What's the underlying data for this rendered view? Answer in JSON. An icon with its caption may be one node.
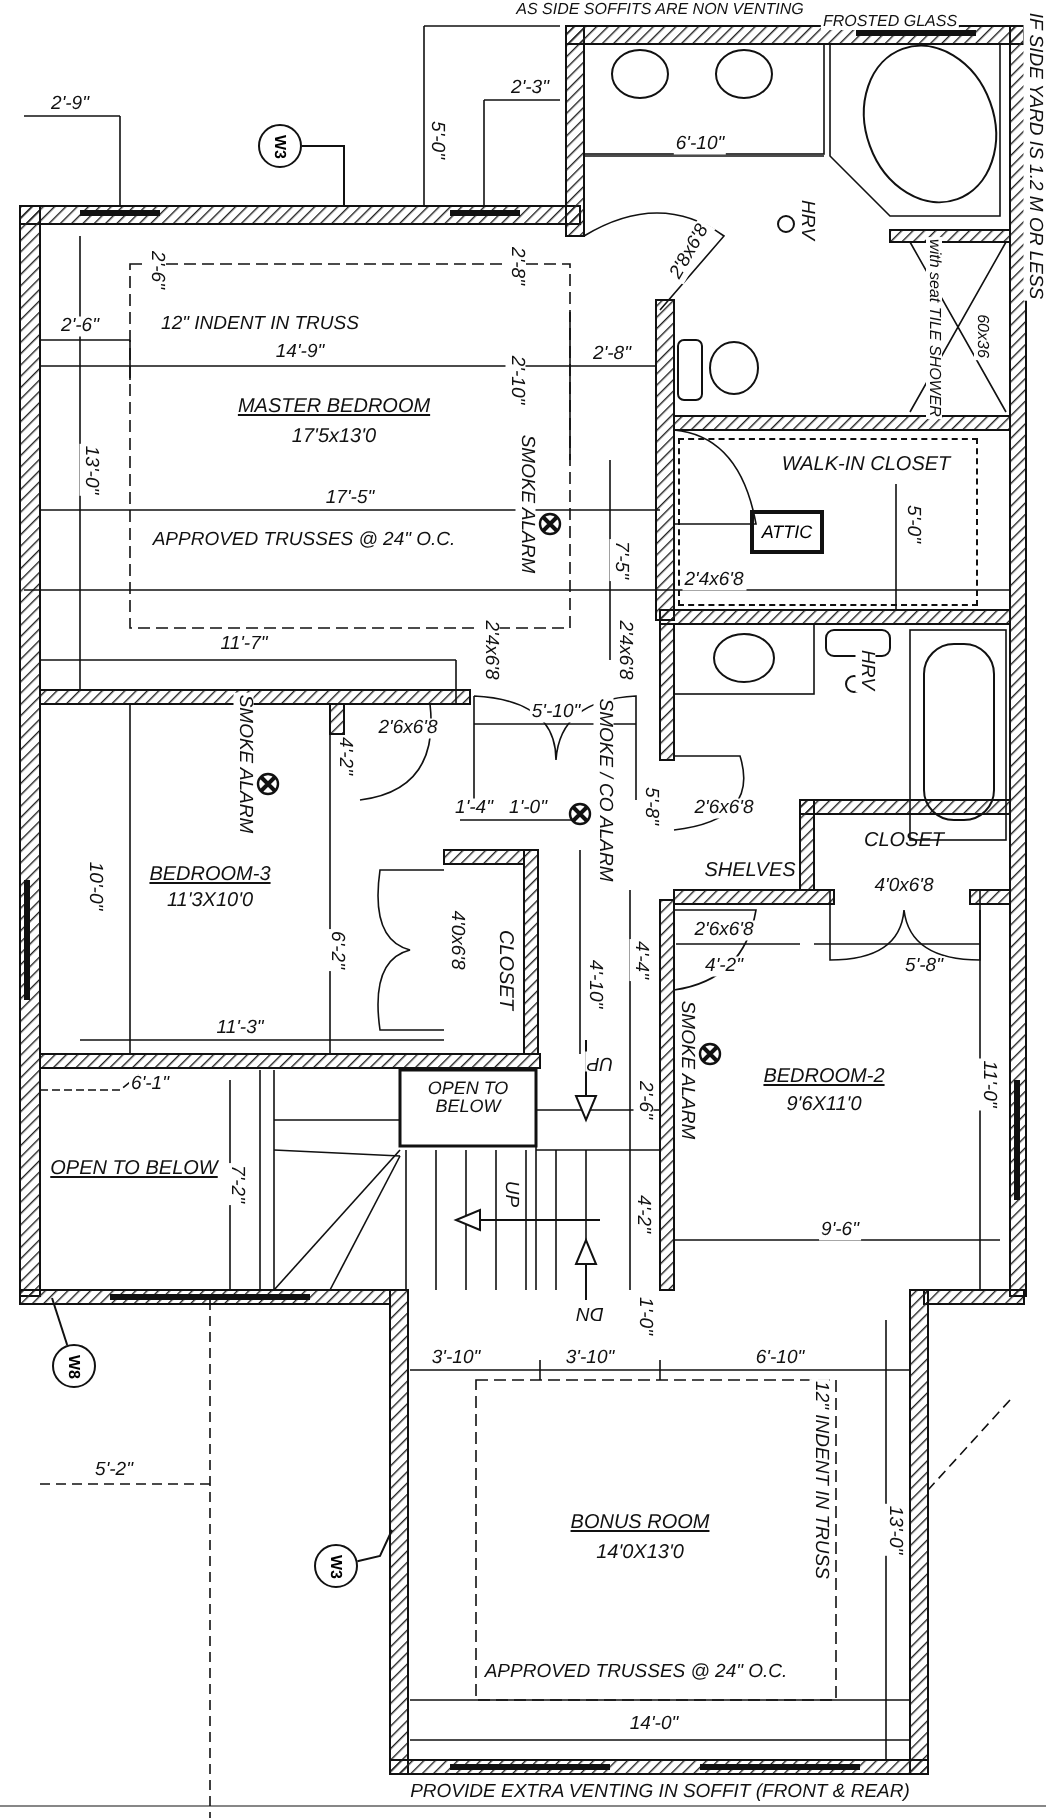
{
  "diagram": {
    "nodes": [
      {
        "text": [
          "W3"
        ]
      },
      {
        "text": [
          "MASTER BEDROOM",
          "17'5x13'0"
        ]
      },
      {
        "text": [
          "with seat TILE SHOWER",
          "60x36"
        ]
      },
      {
        "text": [
          "WALK-IN CLOSET"
        ]
      },
      {
        "text": [
          "ATTIC"
        ],
        "in": 3
      },
      {
        "text": [
          "CLOSET"
        ]
      },
      {
        "text": [
          "SHELVES"
        ]
      },
      {
        "text": [
          "BEDROOM-3",
          "11'3X10'0"
        ]
      },
      {
        "text": [
          "CLOSET"
        ]
      },
      {
        "text": [
          "BEDROOM-2",
          "9'6X11'0"
        ]
      },
      {
        "text": [
          "OPEN TO BELOW"
        ]
      },
      {
        "text": [
          "OPEN TO BELOW"
        ]
      },
      {
        "text": [
          "W8"
        ]
      },
      {
        "text": [
          "W3"
        ]
      },
      {
        "text": [
          "BONUS ROOM",
          "14'0X13'0"
        ]
      }
    ],
    "edges": [
      {
        "from": 0,
        "to": null,
        "arrow": "none"
      },
      {
        "from": 12,
        "to": null,
        "arrow": "none"
      },
      {
        "from": 13,
        "to": null,
        "arrow": "none"
      }
    ],
    "labels": [
      "AS SIDE SOFFITS ARE NON VENTING",
      "FROSTED GLASS",
      "IF SIDE YARD IS 1.2 M OR LESS",
      "2'-3\"",
      "2'-9\"",
      "5'-0\"",
      "6'-10\"",
      "HRV",
      "2'8x6'8",
      "2'-6\"",
      "2'-8\"",
      "12\" INDENT IN TRUSS",
      "2'-6\"",
      "2'-8\"",
      "14'-9\"",
      "2'-10\"",
      "13'-0\"",
      "17'-5\"",
      "SMOKE ALARM",
      "APPROVED TRUSSES @ 24\" O.C.",
      "5'-0\"",
      "7'-5\"",
      "2'4x6'8",
      "11'-7\"",
      "2'4x6'8",
      "2'4x6'8",
      "HRV",
      "5'-10\"",
      "2'6x6'8",
      "SMOKE ALARM",
      "4'-2\"",
      "SMOKE / CO ALARM",
      "5'-8\"",
      "2'6x6'8",
      "1'-4\"",
      "1'-0\"",
      "4'0x6'8",
      "10'-0\"",
      "6'-2\"",
      "4'0x6'8",
      "4'-10\"",
      "4'-4\"",
      "2'6x6'8",
      "4'-2\"",
      "5'-8\"",
      "11'-3\"",
      "SMOKE ALARM",
      "UP",
      "11'-0\"",
      "6'-1\"",
      "2'-6\"",
      "7'-2\"",
      "UP",
      "4'-2\"",
      "9'-6\"",
      "DN",
      "1'-0\"",
      "3'-10\"",
      "3'-10\"",
      "6'-10\"",
      "5'-2\"",
      "12\" INDENT IN TRUSS",
      "13'-0\"",
      "APPROVED TRUSSES @ 24\" O.C.",
      "14'-0\"",
      "PROVIDE EXTRA VENTING IN SOFFIT (FRONT & REAR)"
    ]
  }
}
